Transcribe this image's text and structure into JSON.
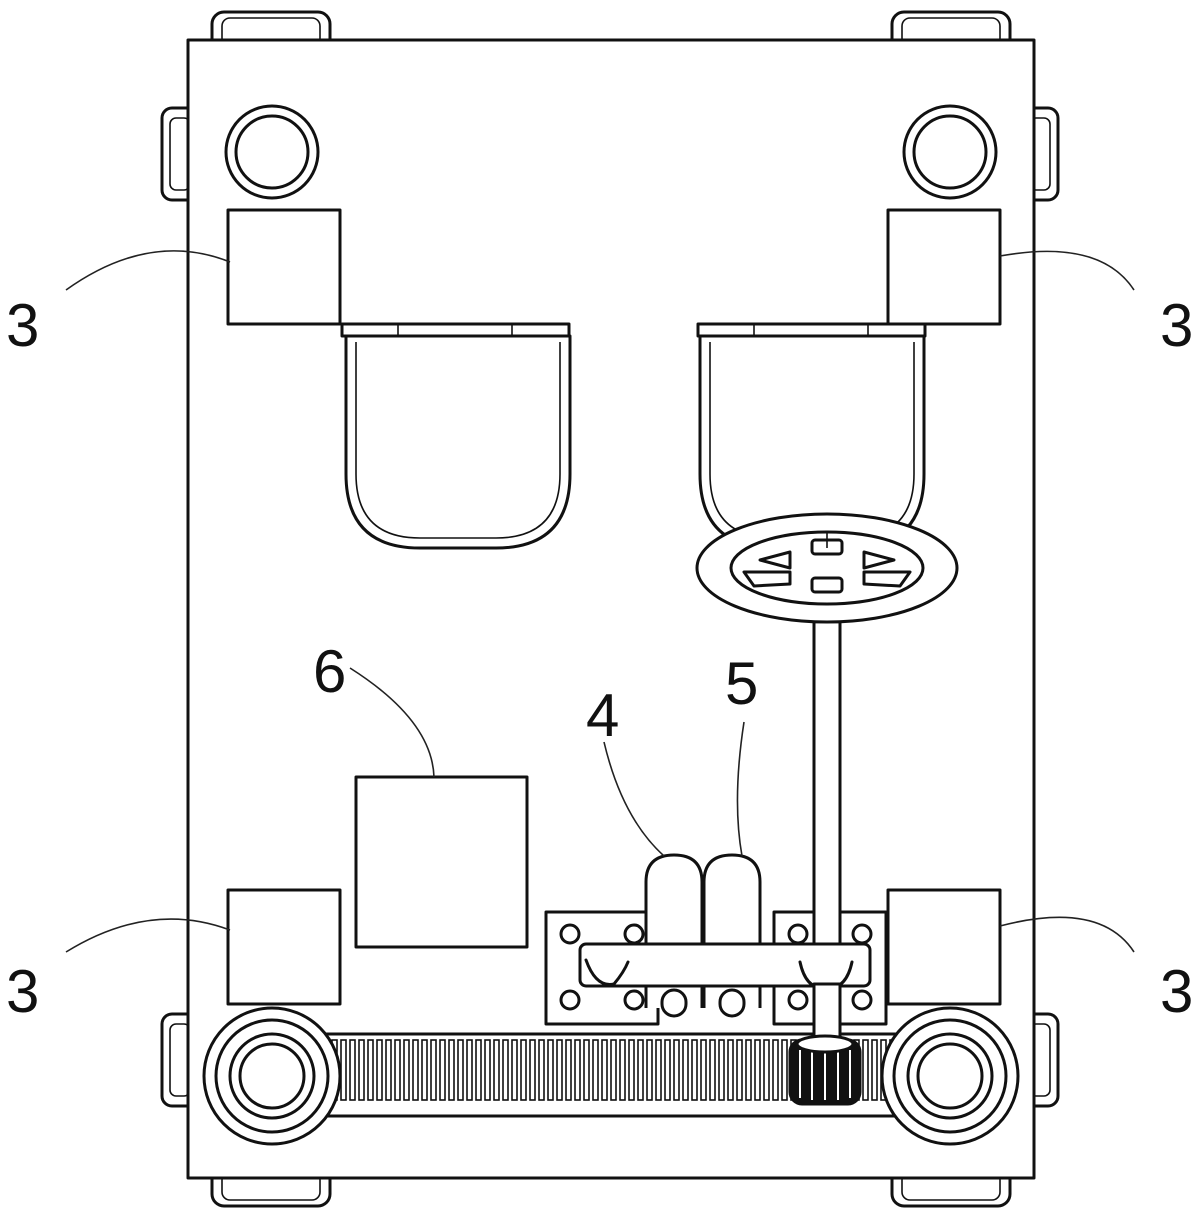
{
  "figure": {
    "reference_labels": [
      {
        "id": "top-left",
        "text": "3",
        "part": "box"
      },
      {
        "id": "top-right",
        "text": "3",
        "part": "box"
      },
      {
        "id": "bottom-left",
        "text": "3",
        "part": "box"
      },
      {
        "id": "bottom-right",
        "text": "3",
        "part": "box"
      },
      {
        "id": "label-6",
        "text": "6",
        "part": "block"
      },
      {
        "id": "label-4",
        "text": "4",
        "part": "capsule"
      },
      {
        "id": "label-5",
        "text": "5",
        "part": "capsule"
      }
    ]
  }
}
